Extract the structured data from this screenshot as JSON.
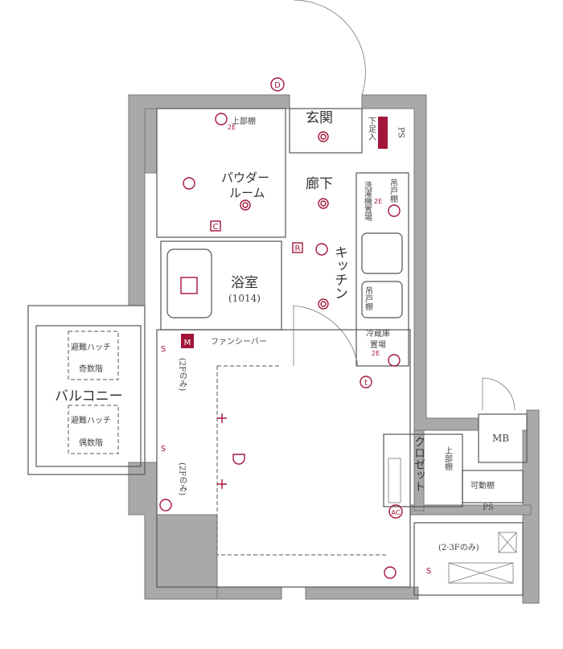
{
  "floor_plan": {
    "rooms": {
      "entrance": "玄関",
      "shoe_cabinet": "下足入",
      "ps_top": "PS",
      "upper_shelf_powder": "上部棚",
      "powder_room_line1": "パウダー",
      "powder_room_line2": "ルーム",
      "hallway": "廊下",
      "laundry": "洗濯機置場",
      "hanging_cabinet_1": "吊戸棚",
      "kitchen": "キッチン",
      "hanging_cabinet_2": "吊戸棚",
      "bathroom": "浴室",
      "bathroom_size": "(1014)",
      "fridge_line1": "冷蔵庫",
      "fridge_line2": "置場",
      "fancy_bar": "ファンシーバー",
      "balcony": "バルコニー",
      "hatch_odd_1": "避難ハッチ",
      "hatch_odd_2": "奇数階",
      "hatch_even_1": "避難ハッチ",
      "hatch_even_2": "偶数階",
      "note_2f_1": "(2Fのみ)",
      "note_2f_2": "(2Fのみ)",
      "closet": "クロゼット",
      "upper_shelf_closet": "上部棚",
      "movable_shelf": "可動棚",
      "ps_right": "PS",
      "mb": "MB",
      "note_23f": "(2·3Fのみ)"
    },
    "symbols": {
      "doorbell": "D",
      "c": "C",
      "r": "R",
      "m": "M",
      "t": "t",
      "ac": "AC",
      "s1": "S",
      "s2": "S",
      "s3": "S",
      "outlet_2e_1": "2E",
      "outlet_2e_2": "2E",
      "outlet_2e_3": "2E"
    },
    "colors": {
      "accent": "#a3153a",
      "wall": "#a9a9ab"
    }
  }
}
